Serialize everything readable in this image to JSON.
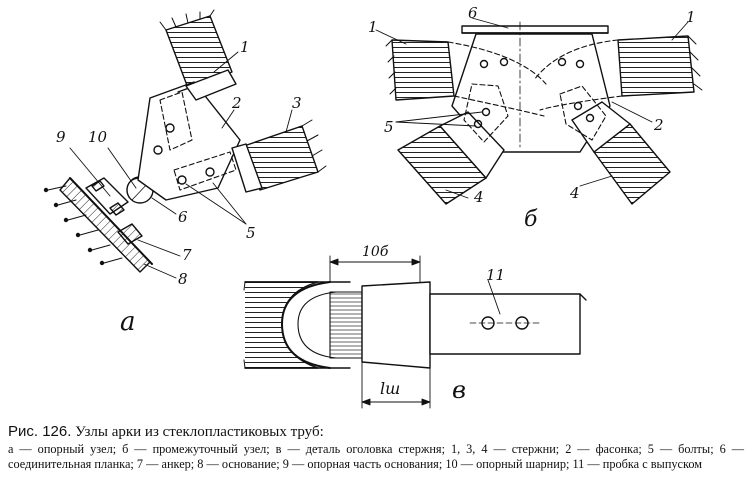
{
  "figure": {
    "callouts": {
      "c1_a": "1",
      "c2_a": "2",
      "c3_a": "3",
      "c5_a": "5",
      "c6_a": "6",
      "c7_a": "7",
      "c8_a": "8",
      "c9_a": "9",
      "c10_a": "10",
      "c6_b": "6",
      "c1_b_left": "1",
      "c1_b_right": "1",
      "c2_b": "2",
      "c4_b_left": "4",
      "c4_b_right": "4",
      "c5_b": "5",
      "c11_v": "11"
    },
    "panel_labels": {
      "a": "а",
      "b": "б",
      "v": "в"
    },
    "dimensions": {
      "top": "10б",
      "bottom": "lш"
    }
  },
  "caption": {
    "title_prefix": "Рис. 126.",
    "title_text": "Узлы арки из стеклопластиковых труб:",
    "body": "а — опорный узел; б — промежуточный узел; в — деталь оголовка стержня; 1, 3, 4 — стержни; 2 — фасонка; 5 — болты; 6 — соединительная планка; 7 — анкер; 8 — основание; 9 — опорная часть основания; 10 — опорный шарнир; 11 — пробка с выпуском"
  }
}
